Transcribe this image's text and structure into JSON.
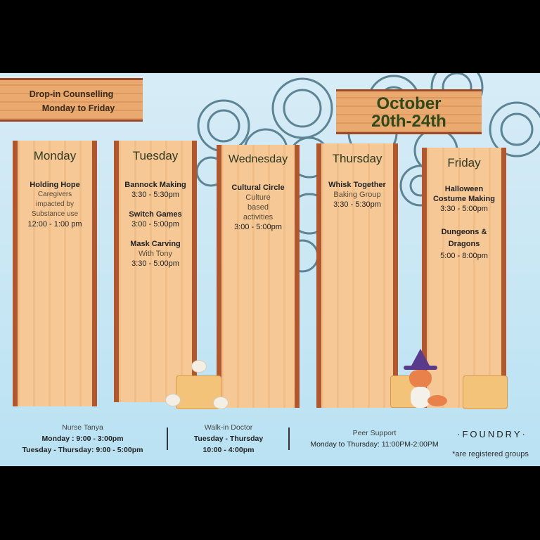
{
  "header": {
    "dropin_line1": "Drop-in Counselling",
    "dropin_line2": "Monday to Friday",
    "date_line1": "October",
    "date_line2": "20th-24th"
  },
  "days": [
    {
      "name": "Monday",
      "events": [
        {
          "title": "Holding Hope",
          "desc": "Caregivers impacted by Substance use",
          "time": "12:00 - 1:00 pm"
        }
      ]
    },
    {
      "name": "Tuesday",
      "events": [
        {
          "title": "Bannock Making",
          "time": "3:30 - 5:30pm"
        },
        {
          "title": "Switch Games",
          "time": "3:00 - 5:00pm"
        },
        {
          "title": "Mask Carving",
          "desc": "With Tony",
          "time": "3:30 - 5:00pm",
          "registered": true
        }
      ]
    },
    {
      "name": "Wednesday",
      "events": [
        {
          "title": "Cultural Circle",
          "desc": "Culture based activities",
          "time": "3:00 - 5:00pm",
          "registered": true
        }
      ]
    },
    {
      "name": "Thursday",
      "events": [
        {
          "title": "Whisk Together",
          "desc": "Baking Group",
          "time": "3:30 - 5:30pm"
        }
      ]
    },
    {
      "name": "Friday",
      "events": [
        {
          "title": "Halloween Costume Making",
          "time": "3:30 - 5:00pm"
        },
        {
          "title": "Dungeons & Dragons",
          "time": "5:00 - 8:00pm"
        }
      ]
    }
  ],
  "footer": {
    "nurse": {
      "title": "Nurse Tanya",
      "line1": "Monday : 9:00 - 3:00pm",
      "line2": "Tuesday - Thursday: 9:00 - 5:00pm"
    },
    "doctor": {
      "title": "Walk-in Doctor",
      "line1": "Tuesday - Thursday",
      "line2": "10:00 - 4:00pm"
    },
    "peer": {
      "title": "Peer Support",
      "line1": "Monday to Thursday: 11:00PM-2:00PM"
    },
    "brand": "·FOUNDRY·",
    "note": "*are registered groups"
  },
  "colors": {
    "plank": "#f6c896",
    "plank_edge": "#b4562c",
    "title_green": "#2f3a22"
  }
}
